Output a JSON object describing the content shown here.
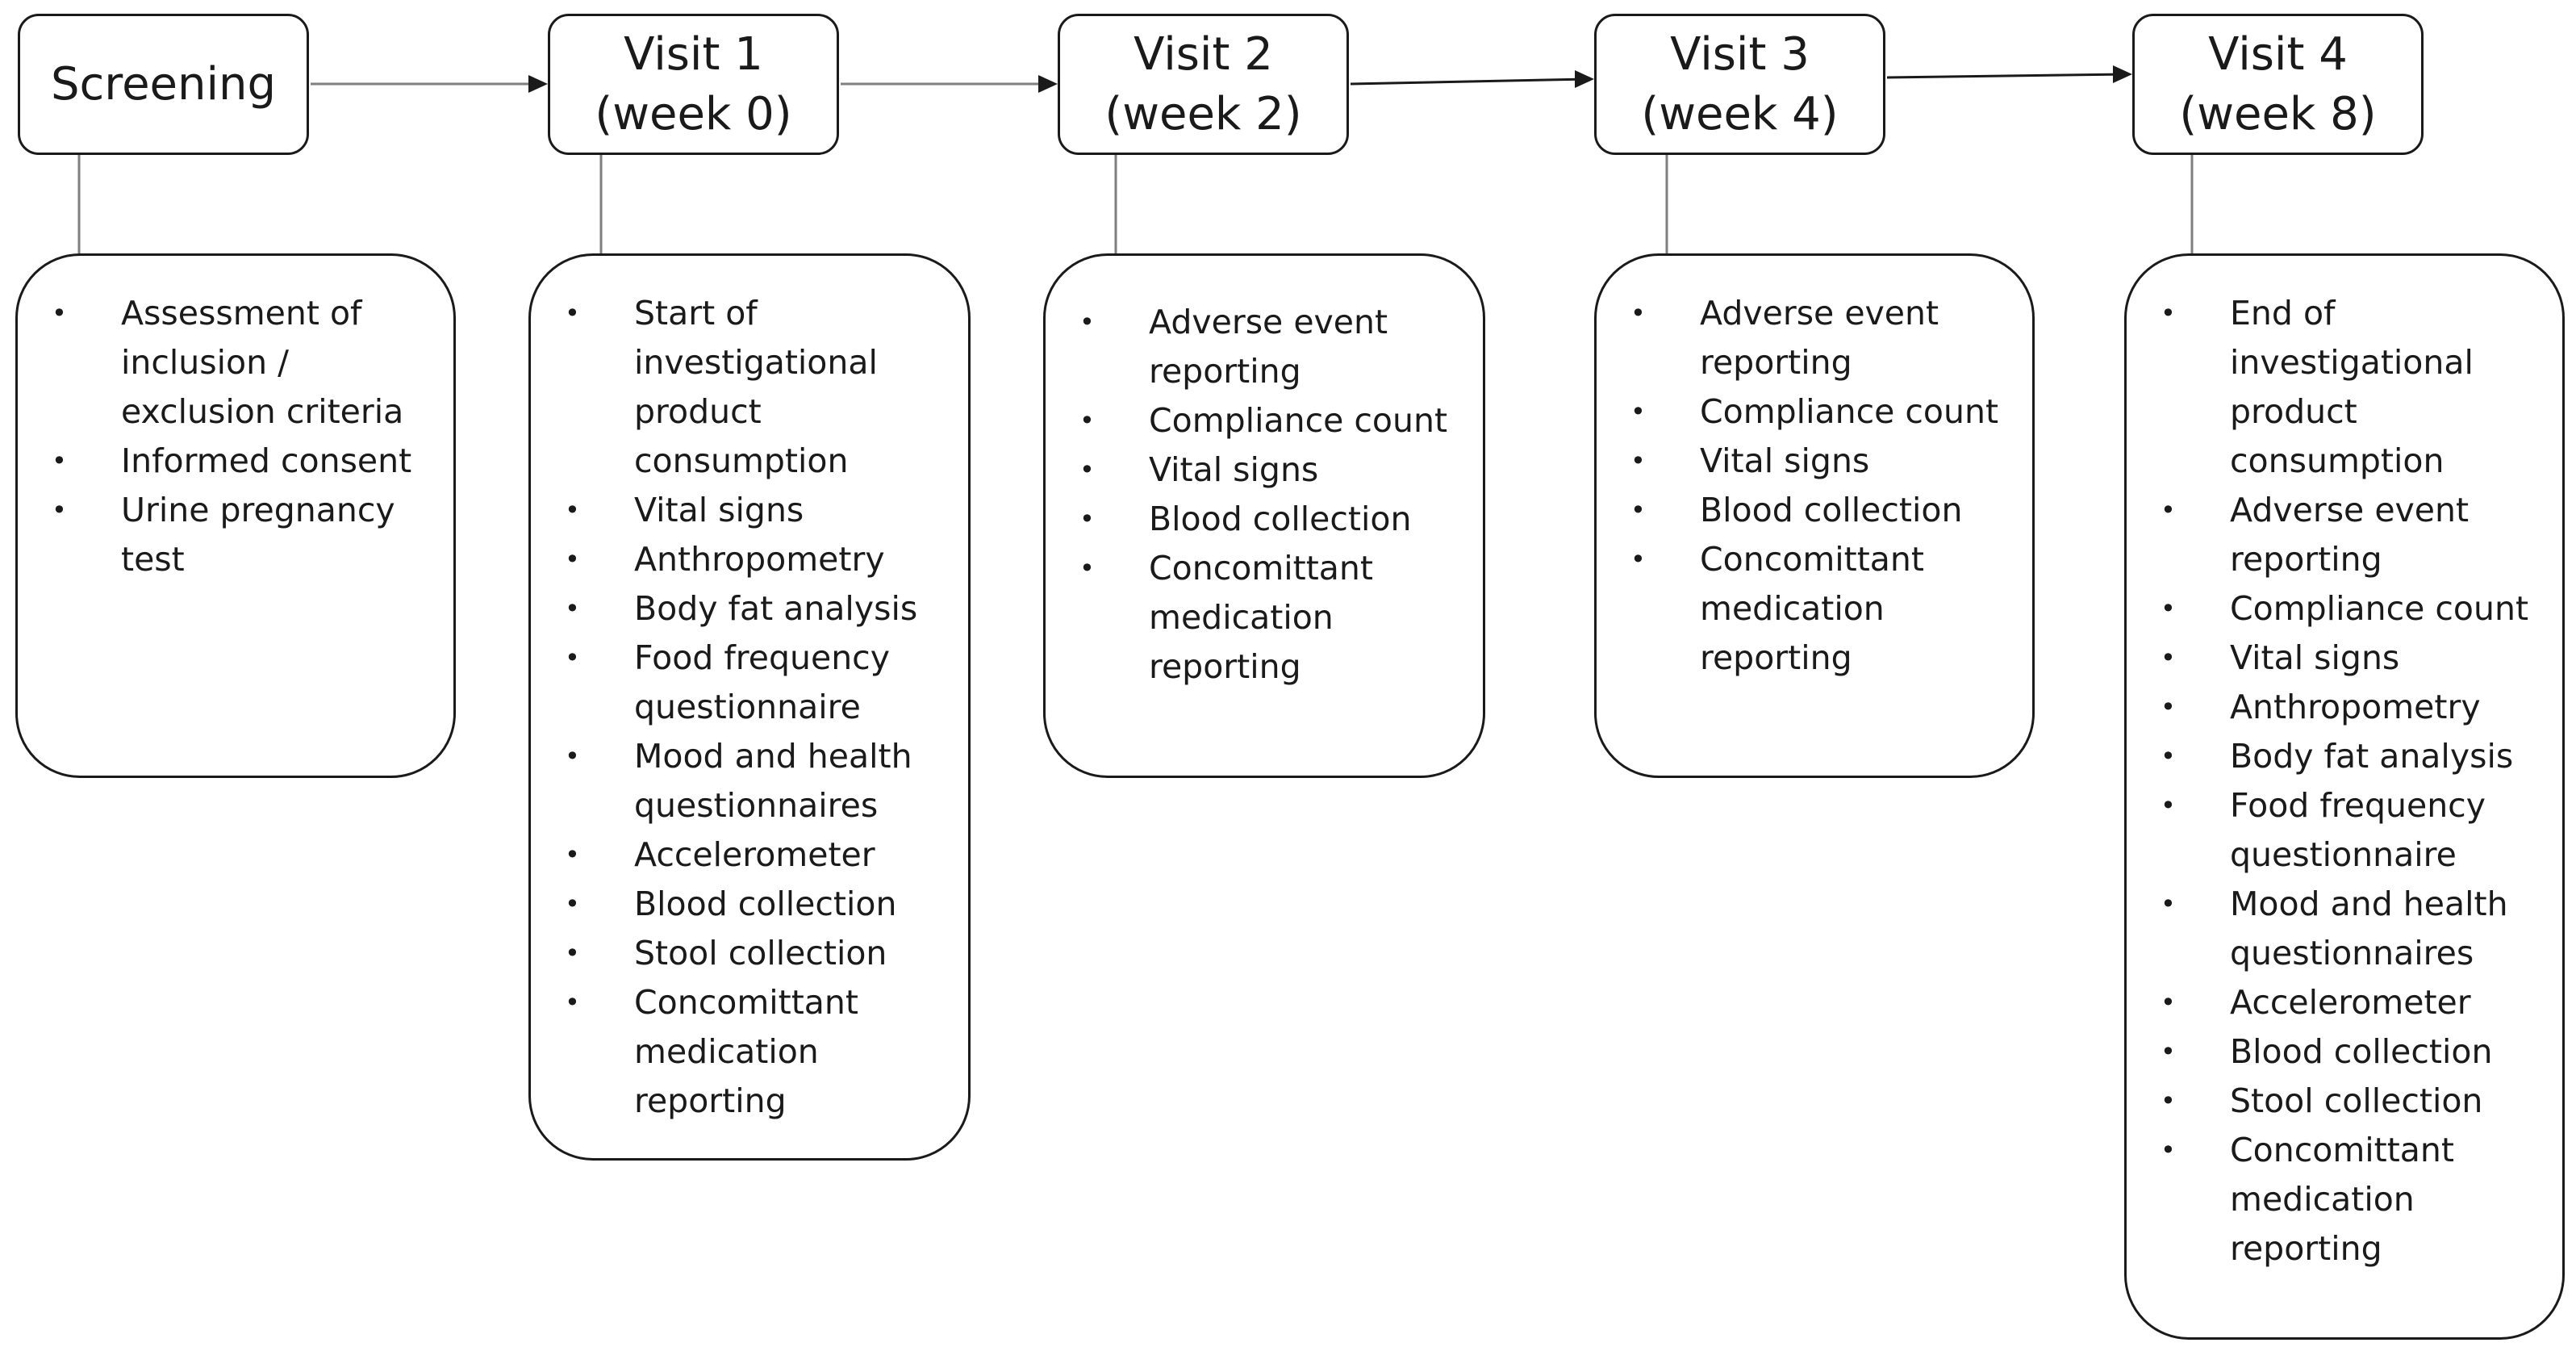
{
  "stages": [
    {
      "id": "screening",
      "header": [
        "Screening"
      ],
      "items": [
        "Assessment of inclusion / exclusion criteria",
        "Informed consent",
        "Urine pregnancy test"
      ]
    },
    {
      "id": "visit-1",
      "header": [
        "Visit 1",
        "(week 0)"
      ],
      "items": [
        "Start of investigational product consumption",
        "Vital signs",
        "Anthropometry",
        "Body fat analysis",
        "Food frequency questionnaire",
        "Mood and health questionnaires",
        "Accelerometer",
        "Blood collection",
        "Stool collection",
        "Concomittant medication reporting"
      ]
    },
    {
      "id": "visit-2",
      "header": [
        "Visit 2",
        "(week 2)"
      ],
      "items": [
        "Adverse event reporting",
        "Compliance count",
        "Vital signs",
        "Blood collection",
        "Concomittant medication reporting"
      ]
    },
    {
      "id": "visit-3",
      "header": [
        "Visit 3",
        "(week 4)"
      ],
      "items": [
        "Adverse event reporting",
        "Compliance count",
        "Vital signs",
        "Blood collection",
        "Concomittant medication reporting"
      ]
    },
    {
      "id": "visit-4",
      "header": [
        "Visit 4",
        "(week 8)"
      ],
      "items": [
        "End of investigational product consumption",
        "Adverse event reporting",
        "Compliance count",
        "Vital signs",
        "Anthropometry",
        "Body fat analysis",
        "Food frequency questionnaire",
        "Mood and health questionnaires",
        "Accelerometer",
        "Blood collection",
        "Stool collection",
        "Concomittant medication reporting"
      ]
    }
  ]
}
